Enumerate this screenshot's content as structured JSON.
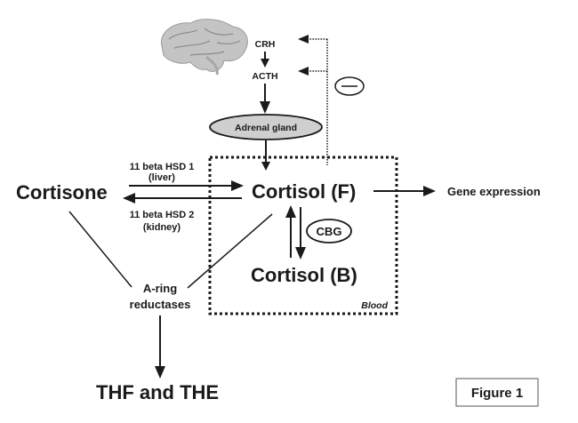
{
  "figure": {
    "label": "Figure 1",
    "colors": {
      "ink": "#1a1a1a",
      "adrenal_fill": "#cfcfcf",
      "brain_fill": "#bdbdbd"
    }
  },
  "nodes": {
    "brain": {
      "icon": "brain-icon"
    },
    "crh": "CRH",
    "acth": "ACTH",
    "adrenal": "Adrenal gland",
    "cortisone": "Cortisone",
    "cortisol_f": "Cortisol (F)",
    "cortisol_b": "Cortisol (B)",
    "gene_expression": "Gene expression",
    "cbg": "CBG",
    "a_ring_line1": "A-ring",
    "a_ring_line2": "reductases",
    "thf_the": "THF and THE",
    "blood": "Blood",
    "negative_feedback": "−"
  },
  "enzymes": {
    "hsd1_line1": "11 beta HSD 1",
    "hsd1_line2": "(liver)",
    "hsd2_line1": "11 beta HSD 2",
    "hsd2_line2": "(kidney)"
  }
}
